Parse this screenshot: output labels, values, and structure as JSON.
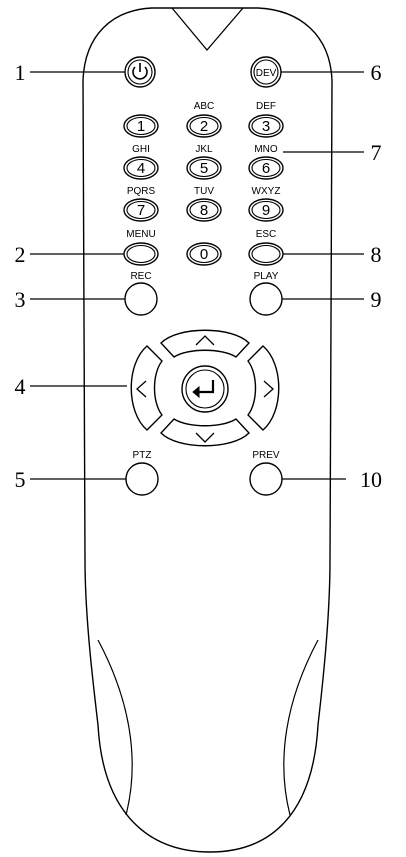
{
  "callouts": [
    "1",
    "2",
    "3",
    "4",
    "5",
    "6",
    "7",
    "8",
    "9",
    "10"
  ],
  "keys": {
    "power_label": "",
    "dev_label": "DEV",
    "menu_label": "MENU",
    "esc_label": "ESC",
    "rec_label": "REC",
    "play_label": "PLAY",
    "ptz_label": "PTZ",
    "prev_label": "PREV",
    "zero_digit": "0"
  },
  "keypad": [
    {
      "digit": "1",
      "letters": ""
    },
    {
      "digit": "2",
      "letters": "ABC"
    },
    {
      "digit": "3",
      "letters": "DEF"
    },
    {
      "digit": "4",
      "letters": "GHI"
    },
    {
      "digit": "5",
      "letters": "JKL"
    },
    {
      "digit": "6",
      "letters": "MNO"
    },
    {
      "digit": "7",
      "letters": "PQRS"
    },
    {
      "digit": "8",
      "letters": "TUV"
    },
    {
      "digit": "9",
      "letters": "WXYZ"
    }
  ],
  "icons": {
    "power": "power-icon",
    "up": "arrow-up-icon",
    "down": "arrow-down-icon",
    "left": "arrow-left-icon",
    "right": "arrow-right-icon",
    "enter": "enter-icon"
  }
}
